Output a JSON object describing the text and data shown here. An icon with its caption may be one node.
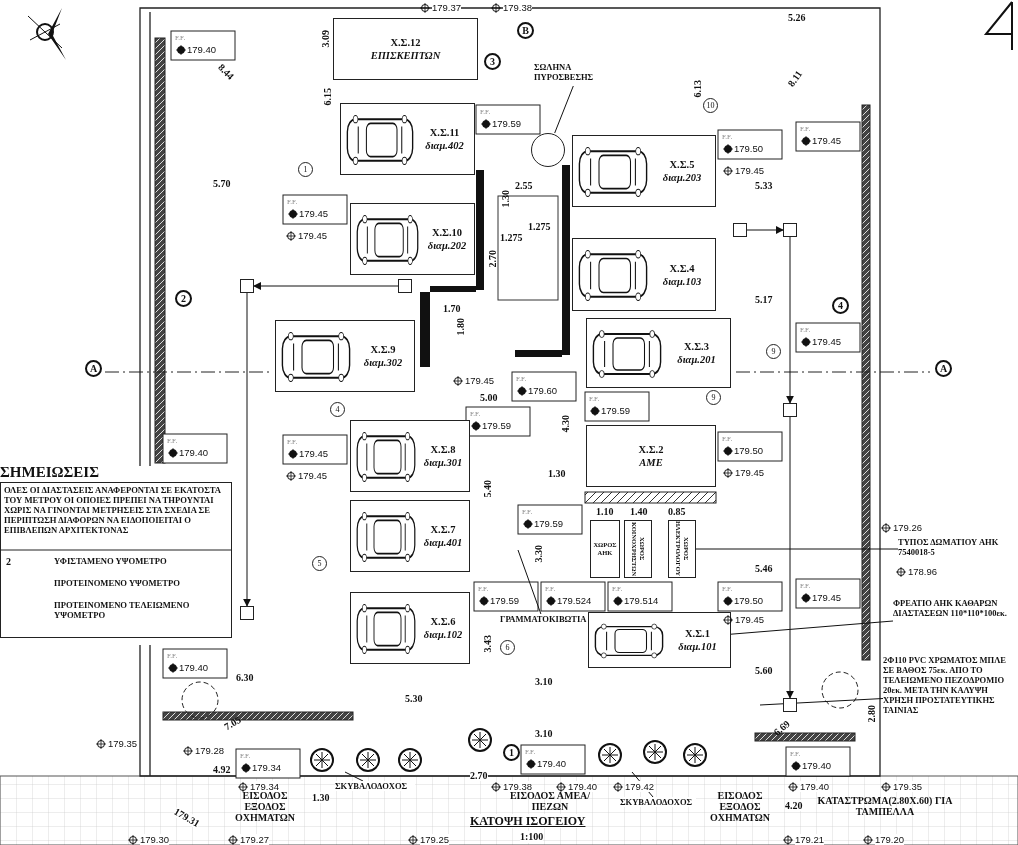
{
  "diagram": {
    "title": "ΚΑΤΟΨΗ ΙΣΟΓΕΙΟΥ",
    "caption": "1:100",
    "nodes": [
      {
        "text": [
          "Χ.Σ.12",
          "ΕΠΙΣΚΕΠΤΩΝ"
        ]
      },
      {
        "text": [
          "Χ.Σ.11",
          "διαμ.402"
        ]
      },
      {
        "text": [
          "Χ.Σ.10",
          "διαμ.202"
        ]
      },
      {
        "text": [
          "Χ.Σ.9",
          "διαμ.302"
        ]
      },
      {
        "text": [
          "Χ.Σ.8",
          "διαμ.301"
        ]
      },
      {
        "text": [
          "Χ.Σ.7",
          "διαμ.401"
        ]
      },
      {
        "text": [
          "Χ.Σ.6",
          "διαμ.102"
        ]
      },
      {
        "text": [
          "Χ.Σ.5",
          "διαμ.203"
        ]
      },
      {
        "text": [
          "Χ.Σ.4",
          "διαμ.103"
        ]
      },
      {
        "text": [
          "Χ.Σ.3",
          "διαμ.201"
        ]
      },
      {
        "text": [
          "Χ.Σ.2",
          "ΑΜΕ"
        ]
      },
      {
        "text": [
          "Χ.Σ.1",
          "διαμ.101"
        ]
      },
      {
        "text": [
          "ΧΩΡΟΣ ΑΗΚ"
        ]
      },
      {
        "text": [
          "ΧΩΡΟΣ ΚΟΙΝΟΧΡΗΣΤΩΝ"
        ]
      },
      {
        "text": [
          "ΧΩΡΟΣ ΗΛΕΚΤΡΟΛΟΓΟΥ"
        ]
      },
      {
        "text": [
          "ΣΗΜΕΙΩΣΕΙΣ",
          "ΟΛΕΣ ΟΙ ΔΙΑΣΤΑΣΕΙΣ ΑΝΑΦΕΡΟΝΤΑΙ ΣΕ ΕΚΑΤΟΣΤΑ ΤΟΥ ΜΕΤΡΟΥ ΟΙ ΟΠΟΙΕΣ ΠΡΕΠΕΙ ΝΑ ΤΗΡΟΥΝΤΑΙ ΧΩΡΙΣ ΝΑ ΓΙΝΟΝΤΑΙ ΜΕΤΡΗΣΕΙΣ ΣΤΑ ΣΧΕΔΙΑ ΣΕ ΠΕΡΙΠΤΩΣΗ ΔΙΑΦΟΡΩΝ ΝΑ ΕΙΔΟΠΟΙΕΙΤΑΙ Ο ΕΠΙΒΛΕΠΩΝ ΑΡΧΙΤΕΚΤΟΝΑΣ"
        ]
      },
      {
        "text": [
          "ΣΩΛΗΝΑ ΠΥΡΟΣΒΕΣΗΣ"
        ]
      },
      {
        "text": [
          "ΤΥΠΟΣ ΔΩΜΑΤΙΟΥ ΑΗΚ 7540018-5"
        ]
      },
      {
        "text": [
          "ΦΡΕΑΤΙΟ ΑΗΚ ΚΑΘΑΡΩΝ ΔΙΑΣΤΑΣΕΩΝ 110*110*100εκ."
        ]
      },
      {
        "text": [
          "2Φ110 PVC ΧΡΩΜΑΤΟΣ ΜΠΛΕ ΣΕ ΒΑΘΟΣ 75εκ. ΑΠΟ ΤΟ ΤΕΛΕΙΩΜΕΝΟ ΠΕΖΟΔΡΟΜΙΟ 20εκ. ΜΕΤΑ ΤΗΝ ΚΑΛΥΨΗ ΧΡΗΣΗ ΠΡΟΣΤΑΤΕΥΤΙΚΗΣ ΤΑΙΝΙΑΣ"
        ]
      },
      {
        "text": [
          "ΓΡΑΜΜΑΤΟΚΙΒΩΤΙΑ"
        ]
      },
      {
        "text": [
          "ΣΚΥΒΑΛΟΔΟΧΟΣ"
        ]
      },
      {
        "text": [
          "ΣΚΥΒΑΛΟΔΟΧΟΣ"
        ]
      },
      {
        "text": [],
        "shape": "box"
      },
      {
        "text": [],
        "shape": "box"
      },
      {
        "text": [],
        "shape": "box"
      },
      {
        "text": [],
        "shape": "box"
      },
      {
        "text": [],
        "shape": "box"
      },
      {
        "text": [],
        "shape": "box"
      },
      {
        "text": [],
        "shape": "box"
      },
      {
        "text": [],
        "shape": "circle"
      }
    ],
    "edges": [
      {
        "from": 16,
        "to": 30,
        "arrow": "none"
      },
      {
        "from": 17,
        "to": 14,
        "arrow": "none"
      },
      {
        "from": 18,
        "to": 11,
        "arrow": "none"
      },
      {
        "from": 19,
        "to": null,
        "arrow": "none"
      },
      {
        "from": 20,
        "to": null,
        "arrow": "none"
      },
      {
        "from": 21,
        "to": null,
        "arrow": "none"
      },
      {
        "from": 22,
        "to": null,
        "arrow": "none"
      },
      {
        "from": 23,
        "to": 24,
        "arrow": "to"
      },
      {
        "from": 24,
        "to": 27,
        "arrow": "to"
      },
      {
        "from": 27,
        "to": 29,
        "arrow": "to"
      },
      {
        "from": 26,
        "to": 25,
        "arrow": "to"
      },
      {
        "from": 25,
        "to": 28,
        "arrow": "to"
      }
    ],
    "labels": [
      "179.37",
      "179.38",
      "F.F.",
      "179.40",
      "3.09",
      "B",
      "8.44",
      "3",
      "6.15",
      "5.26",
      "6.13",
      "10",
      "8.11",
      "F.F.",
      "179.59",
      "F.F.",
      "179.50",
      "179.45",
      "F.F.",
      "179.45",
      "1",
      "5.70",
      "2.55",
      "5.33",
      "1.30",
      "F.F.",
      "179.45",
      "179.45",
      "1.275",
      "1.275",
      "2.70",
      "2",
      "5.17",
      "4",
      "1.70",
      "1.80",
      "F.F.",
      "179.45",
      "9",
      "A",
      "A",
      "4",
      "179.45",
      "F.F.",
      "179.60",
      "5.00",
      "9",
      "F.F.",
      "179.59",
      "F.F.",
      "179.59",
      "4.30",
      "F.F.",
      "179.40",
      "F.F.",
      "179.45",
      "179.45",
      "1.30",
      "F.F.",
      "179.50",
      "179.45",
      "5.40",
      "F.F.",
      "179.59",
      "1.10",
      "1.40",
      "0.85",
      "179.26",
      "3.30",
      "5",
      "5.46",
      "178.96",
      "F.F.",
      "179.59",
      "F.F.",
      "179.524",
      "F.F.",
      "179.514",
      "F.F.",
      "179.50",
      "179.45",
      "F.F.",
      "179.45",
      "3.43",
      "6",
      "F.F.",
      "179.40",
      "6.30",
      "5.60",
      "3.10",
      "5.30",
      "2.80",
      "7.05",
      "6.69",
      "3.10",
      "179.35",
      "179.28",
      "4.92",
      "1",
      "F.F.",
      "179.34",
      "F.F.",
      "179.40",
      "F.F.",
      "179.40",
      "2.70",
      "179.34",
      "179.38",
      "179.40",
      "179.42",
      "179.40",
      "179.35",
      "1.30",
      "ΕΙΣΟΔΟΣ ΕΞΟΔΟΣ ΟΧΗΜΑΤΩΝ",
      "179.31",
      "ΕΙΣΟΔΟΣ ΑΜΕΑ/ΠΕΖΩΝ",
      "ΕΙΣΟΔΟΣ ΕΞΟΔΟΣ ΟΧΗΜΑΤΩΝ",
      "4.20",
      "ΚΑΤΑΣΤΡΩΜΑ(2.80Χ.60) ΓΙΑ ΤΑΜΠΕΛΛΑ",
      "179.30",
      "179.27",
      "179.25",
      "179.21",
      "179.20",
      "2"
    ],
    "legend": [
      {
        "text": "ΥΦΙΣΤΑΜΕΝΟ ΥΨΟΜΕΤΡΟ"
      },
      {
        "text": "ΠΡΟΤΕΙΝΟΜΕΝΟ ΥΨΟΜΕΤΡΟ"
      },
      {
        "text": "ΠΡΟΤΕΙΝΟΜΕΝΟ ΤΕΛΕΙΩΜΕΝΟ ΥΨΟΜΕΤΡΟ"
      }
    ]
  }
}
